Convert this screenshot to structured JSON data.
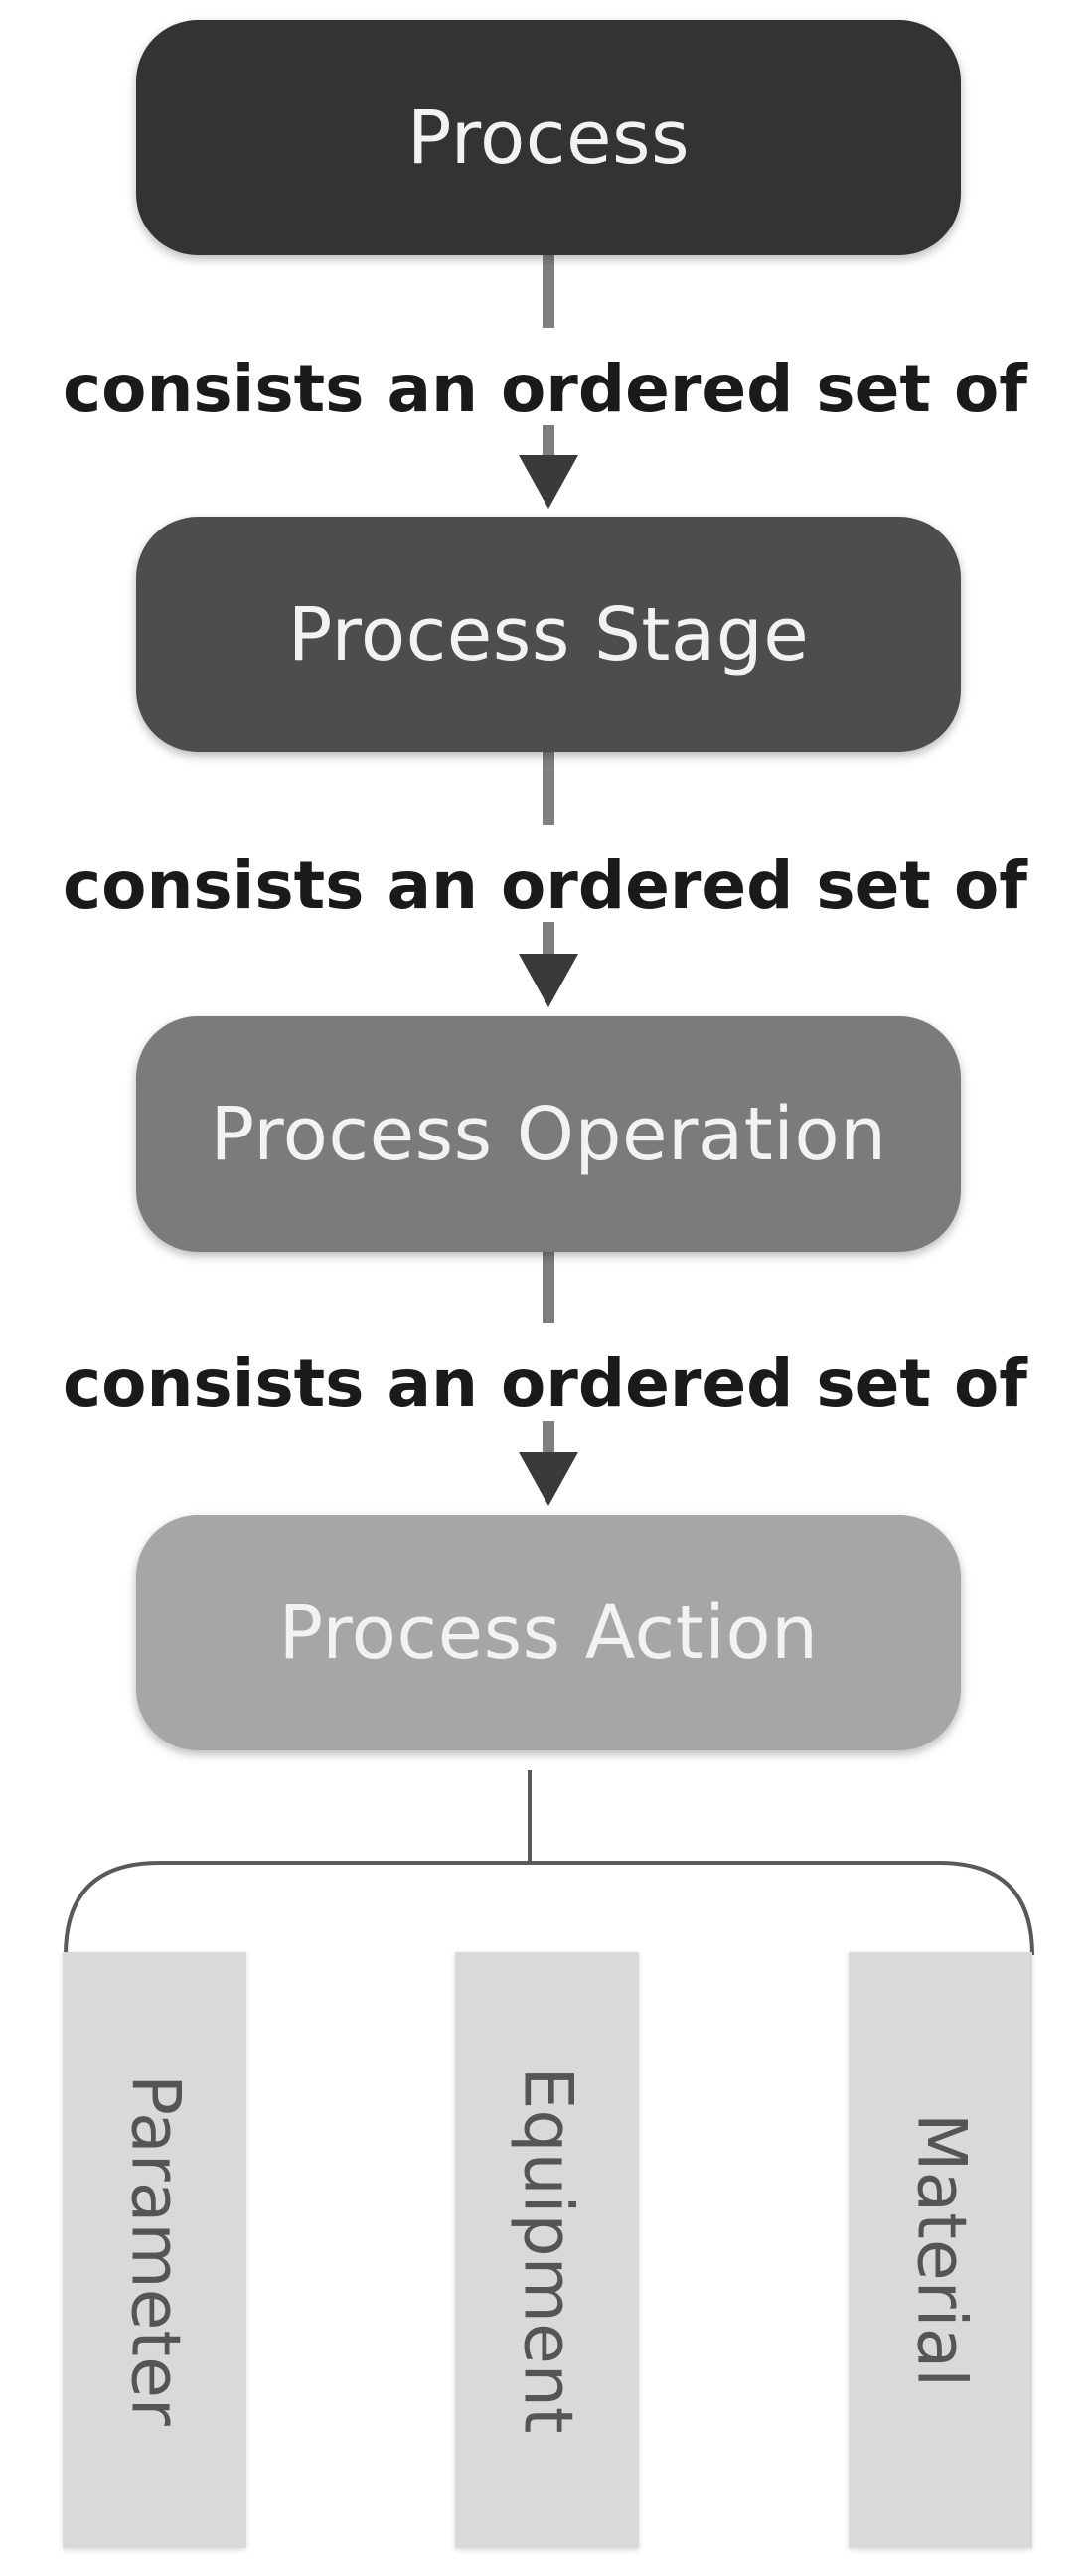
{
  "nodes": {
    "process": "Process",
    "stage": "Process Stage",
    "operation": "Process Operation",
    "action": "Process Action"
  },
  "edges": {
    "label_1": "consists an ordered set of",
    "label_2": "consists an ordered set of",
    "label_3": "consists an ordered set of"
  },
  "leaves": {
    "parameter": "Parameter",
    "equipment": "Equipment",
    "material": "Material"
  },
  "colors": {
    "process": "#333333",
    "stage": "#4d4d4d",
    "operation": "#7b7b7b",
    "action": "#a6a6a6",
    "leaf": "#d9d9d9",
    "connector": "#7f7f7f"
  }
}
